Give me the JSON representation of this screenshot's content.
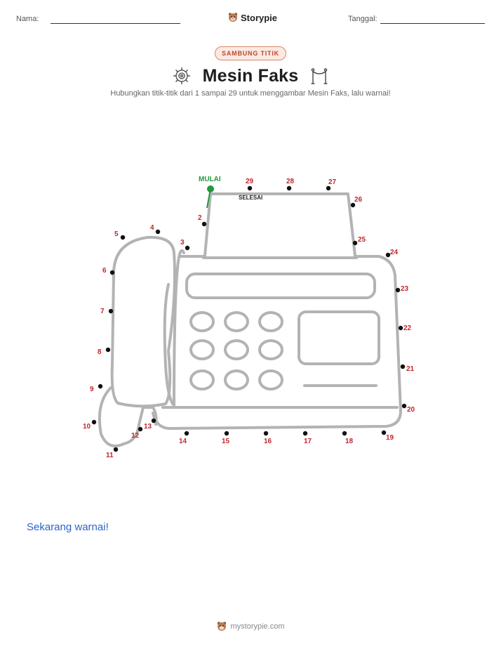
{
  "header": {
    "name_label": "Nama:",
    "date_label": "Tanggal:",
    "brand_name": "Storypie",
    "brand_icon": "storypie-mascot-icon"
  },
  "activity": {
    "badge": "SAMBUNG TITIK",
    "title": "Mesin Faks",
    "left_icon": "gear-icon",
    "right_icon": "barrier-icon",
    "instruction": "Hubungkan titik-titik dari 1 sampai 29 untuk menggambar Mesin Faks, lalu warnai!"
  },
  "puzzle": {
    "start_label": "MULAI",
    "end_label": "SELESAI",
    "dot_color": "#111111",
    "label_color": "#c0262c",
    "start_color": "#239a3b",
    "outline_color": "#b3b3b5",
    "dots": [
      {
        "n": 1,
        "label": ""
      },
      {
        "n": 2,
        "label": "2"
      },
      {
        "n": 3,
        "label": "3"
      },
      {
        "n": 4,
        "label": "4"
      },
      {
        "n": 5,
        "label": "5"
      },
      {
        "n": 6,
        "label": "6"
      },
      {
        "n": 7,
        "label": "7"
      },
      {
        "n": 8,
        "label": "8"
      },
      {
        "n": 9,
        "label": "9"
      },
      {
        "n": 10,
        "label": "10"
      },
      {
        "n": 11,
        "label": "11"
      },
      {
        "n": 12,
        "label": "12"
      },
      {
        "n": 13,
        "label": "13"
      },
      {
        "n": 14,
        "label": "14"
      },
      {
        "n": 15,
        "label": "15"
      },
      {
        "n": 16,
        "label": "16"
      },
      {
        "n": 17,
        "label": "17"
      },
      {
        "n": 18,
        "label": "18"
      },
      {
        "n": 19,
        "label": "19"
      },
      {
        "n": 20,
        "label": "20"
      },
      {
        "n": 21,
        "label": "21"
      },
      {
        "n": 22,
        "label": "22"
      },
      {
        "n": 23,
        "label": "23"
      },
      {
        "n": 24,
        "label": "24"
      },
      {
        "n": 25,
        "label": "25"
      },
      {
        "n": 26,
        "label": "26"
      },
      {
        "n": 27,
        "label": "27"
      },
      {
        "n": 28,
        "label": "28"
      },
      {
        "n": 29,
        "label": "29"
      }
    ]
  },
  "color_prompt": "Sekarang warnai!",
  "footer": {
    "site": "mystorypie.com",
    "icon": "storypie-mascot-icon"
  }
}
